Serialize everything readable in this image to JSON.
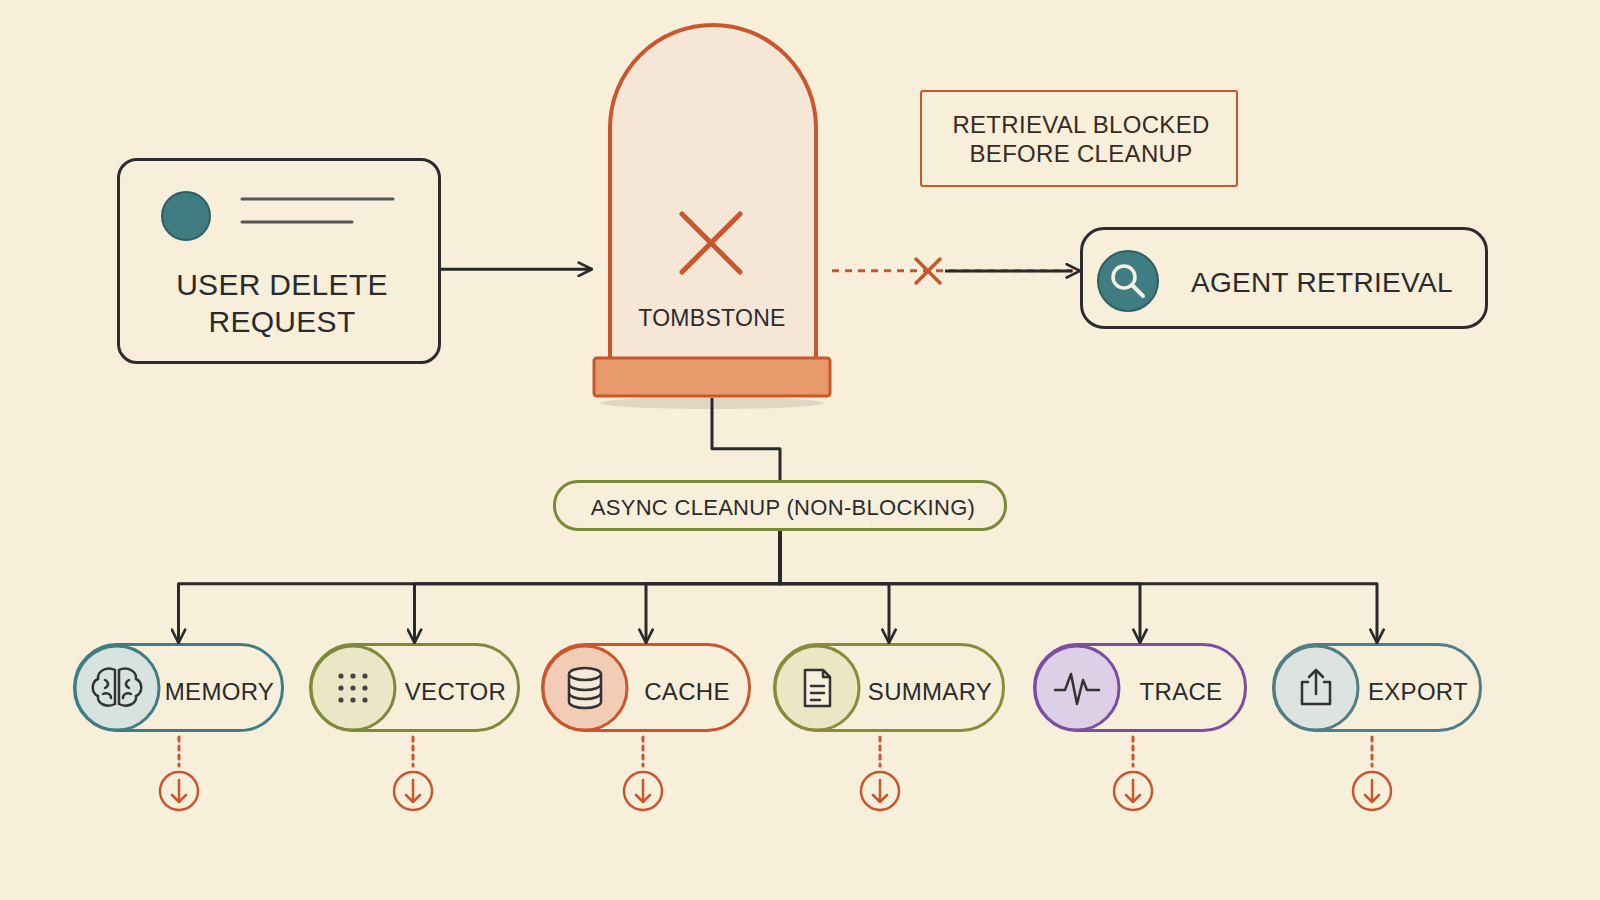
{
  "diagram": {
    "nodes": [
      {
        "text": [
          "USER DELETE REQUEST"
        ]
      },
      {
        "text": [
          "TOMBSTONE"
        ]
      },
      {
        "text": [
          "RETRIEVAL BLOCKED BEFORE CLEANUP"
        ]
      },
      {
        "text": [
          "AGENT RETRIEVAL"
        ]
      },
      {
        "text": [
          "ASYNC CLEANUP (NON-BLOCKING)"
        ]
      },
      {
        "text": [
          "MEMORY"
        ]
      },
      {
        "text": [
          "VECTOR"
        ]
      },
      {
        "text": [
          "CACHE"
        ]
      },
      {
        "text": [
          "SUMMARY"
        ]
      },
      {
        "text": [
          "TRACE"
        ]
      },
      {
        "text": [
          "EXPORT"
        ]
      }
    ],
    "edges": [
      {
        "from": 0,
        "to": 1,
        "arrow": "to"
      },
      {
        "from": 1,
        "to": 3,
        "arrow": "to"
      },
      {
        "from": 1,
        "to": 4,
        "arrow": "none"
      },
      {
        "from": 4,
        "to": 5,
        "arrow": "to"
      },
      {
        "from": 4,
        "to": 6,
        "arrow": "to"
      },
      {
        "from": 4,
        "to": 7,
        "arrow": "to"
      },
      {
        "from": 4,
        "to": 8,
        "arrow": "to"
      },
      {
        "from": 4,
        "to": 9,
        "arrow": "to"
      },
      {
        "from": 4,
        "to": 10,
        "arrow": "to"
      }
    ]
  }
}
